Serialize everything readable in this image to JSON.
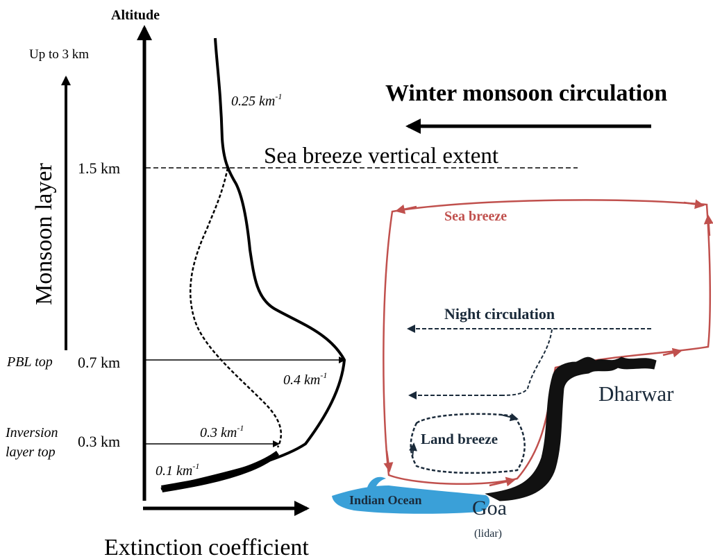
{
  "labels": {
    "altitude": "Altitude",
    "up_to": "Up to 3 km",
    "monsoon_layer": "Monsoon layer",
    "alt_15": "1.5 km",
    "alt_07": "0.7 km",
    "alt_03": "0.3 km",
    "pbl_top": "PBL top",
    "inversion_line1": "Inversion",
    "inversion_line2": "layer top",
    "extinction_coefficient": "Extinction coefficient",
    "winter_monsoon": "Winter monsoon circulation",
    "sea_breeze_extent": "Sea breeze vertical extent",
    "sea_breeze": "Sea breeze",
    "night_circulation": "Night circulation",
    "land_breeze": "Land breeze",
    "dharwar": "Dharwar",
    "goa": "Goa",
    "lidar": "(lidar)",
    "indian_ocean": "Indian Ocean"
  },
  "extinction_values": {
    "v025": "0.25 km",
    "v04": "0.4 km",
    "v03": "0.3 km",
    "v01": "0.1 km",
    "unit_exponent": "-1"
  },
  "colors": {
    "ink": "#000000",
    "sea_breeze": "#c0504d",
    "ocean": "#3aa0d8",
    "coast": "#111111"
  }
}
